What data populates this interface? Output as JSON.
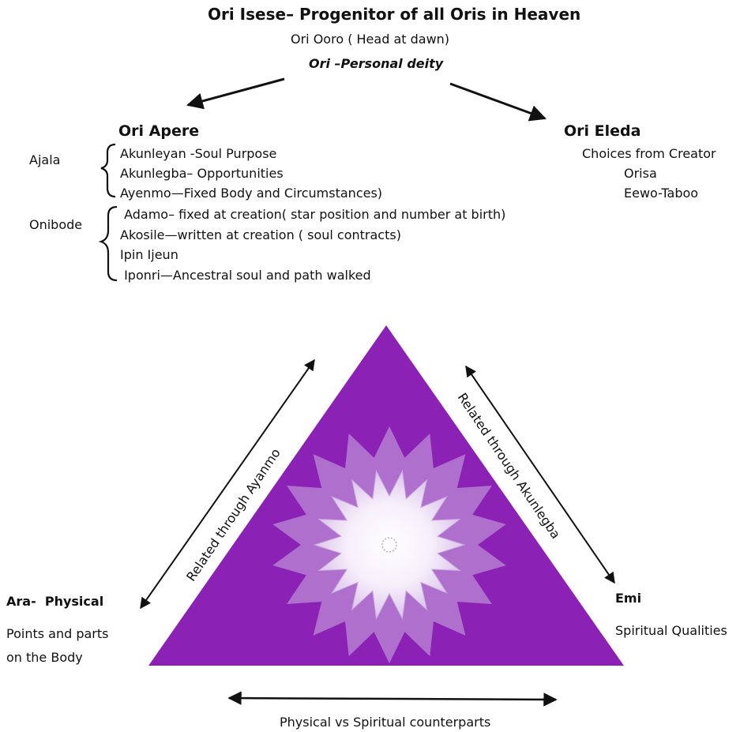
{
  "header": {
    "title": "Ori Isese– Progenitor of all Oris in Heaven",
    "subtitle": "Ori Ooro ( Head at dawn)",
    "deity": "Ori –Personal deity"
  },
  "ori_apere": {
    "heading": "Ori Apere",
    "ajala": {
      "label": "Ajala",
      "items": [
        "Akunleyan  -Soul Purpose",
        "Akunlegba– Opportunities",
        "Ayenmo—Fixed Body and Circumstances)"
      ]
    },
    "onibode": {
      "label": "Onibode",
      "items": [
        " Adamo– fixed at creation( star position and number at birth)",
        "Akosile—written at creation ( soul contracts)",
        "Ipin Ijeun",
        " Iponri—Ancestral soul and path walked"
      ]
    }
  },
  "ori_eleda": {
    "heading": "Ori Eleda",
    "items": [
      "Choices from Creator",
      "Orisa",
      "Eewo-Taboo"
    ]
  },
  "triangle": {
    "fill_color": "#8b22b5",
    "star_color": "#b98ad6",
    "left_side_label": "Related through Ayanmo",
    "right_side_label": "Related through Akunlegba",
    "bottom_label": "Physical vs Spiritual counterparts"
  },
  "ara": {
    "heading": "Ara-  Physical",
    "desc_line1": "Points and parts",
    "desc_line2": "on the Body"
  },
  "emi": {
    "heading": "Emi",
    "desc": "Spiritual Qualities"
  }
}
